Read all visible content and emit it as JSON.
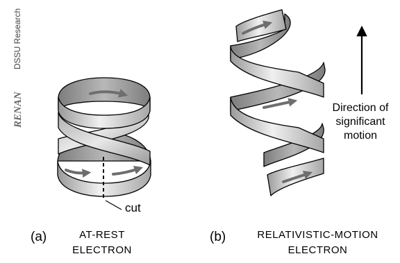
{
  "credit": {
    "organization": "DSSU Research",
    "signature_logo": "RENAN"
  },
  "figure_a": {
    "letter": "(a)",
    "caption_line1": "AT-REST",
    "caption_line2": "ELECTRON",
    "cut_label": "cut"
  },
  "figure_b": {
    "letter": "(b)",
    "caption_line1": "RELATIVISTIC-MOTION",
    "caption_line2": "ELECTRON",
    "direction_line1": "Direction of",
    "direction_line2": "significant",
    "direction_line3": "motion"
  },
  "colors": {
    "ribbon_light": "#e6e6e6",
    "ribbon_dark": "#8c8c8c",
    "arrow": "#6e6e6e",
    "outline": "#000000"
  }
}
